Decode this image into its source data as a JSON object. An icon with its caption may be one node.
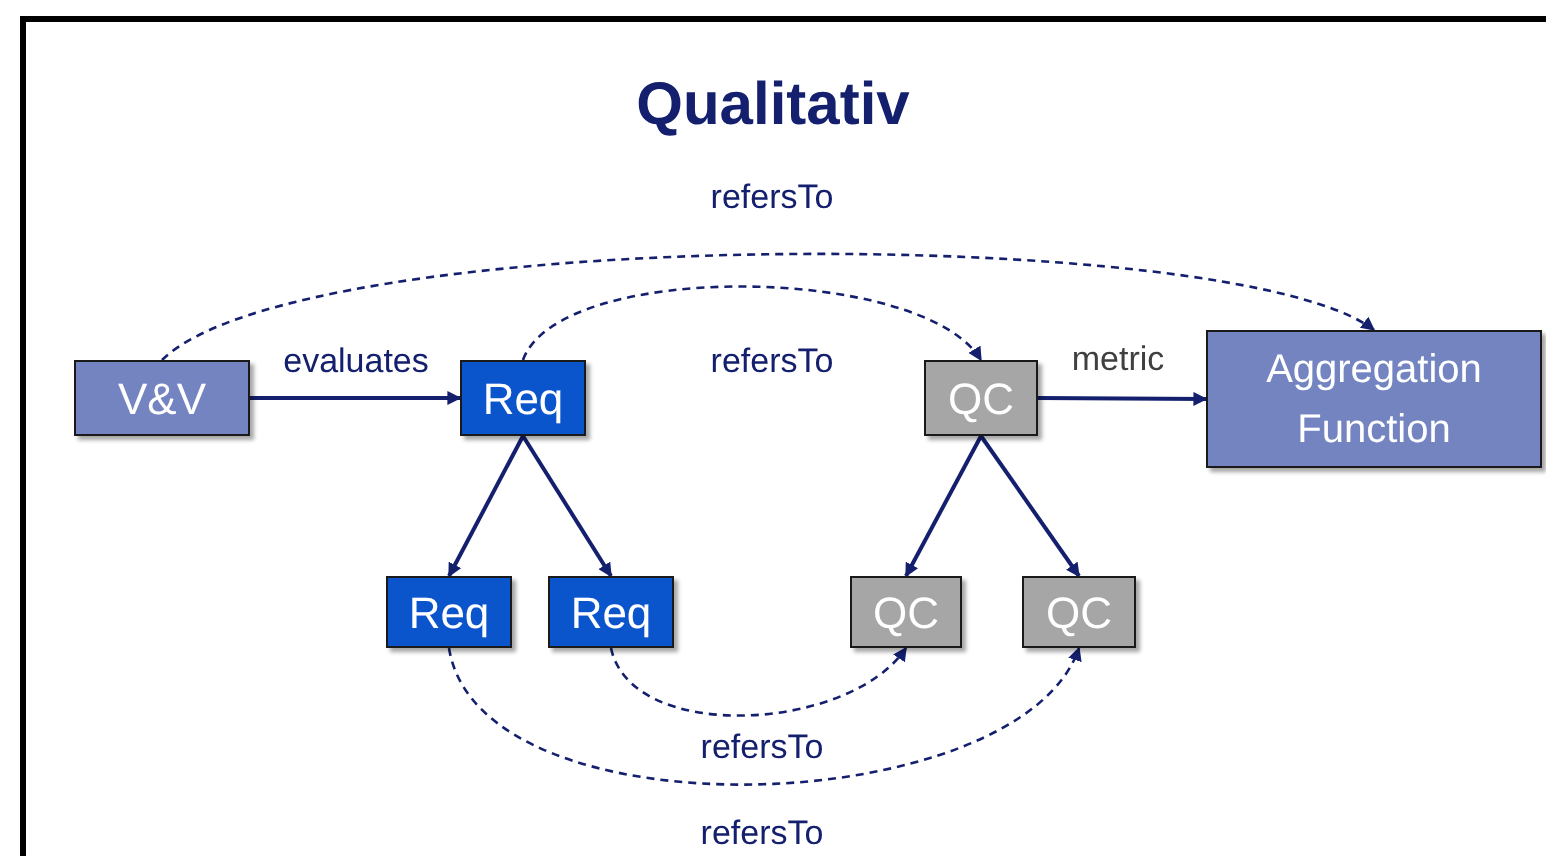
{
  "diagram": {
    "title": "Qualitativ",
    "nodes": [
      {
        "text": [
          "V&V"
        ]
      },
      {
        "text": [
          "Req"
        ]
      },
      {
        "text": [
          "QC"
        ]
      },
      {
        "text": [
          "Aggregation Function"
        ]
      },
      {
        "text": [
          "Req"
        ]
      },
      {
        "text": [
          "Req"
        ]
      },
      {
        "text": [
          "QC"
        ]
      },
      {
        "text": [
          "QC"
        ]
      }
    ],
    "edges": [
      {
        "from": 0,
        "to": 3,
        "arrow": "to",
        "label": "refersTo",
        "style": "dashed"
      },
      {
        "from": 0,
        "to": 1,
        "arrow": "to",
        "label": "evaluates"
      },
      {
        "from": 1,
        "to": 2,
        "arrow": "to",
        "label": "refersTo",
        "style": "dashed"
      },
      {
        "from": 2,
        "to": 3,
        "arrow": "to",
        "label": "metric"
      },
      {
        "from": 1,
        "to": 4,
        "arrow": "to"
      },
      {
        "from": 1,
        "to": 5,
        "arrow": "to"
      },
      {
        "from": 2,
        "to": 6,
        "arrow": "to"
      },
      {
        "from": 2,
        "to": 7,
        "arrow": "to"
      },
      {
        "from": 5,
        "to": 6,
        "arrow": "to",
        "label": "refersTo",
        "style": "dashed"
      },
      {
        "from": 4,
        "to": 7,
        "arrow": "to",
        "label": "refersTo",
        "style": "dashed"
      }
    ]
  }
}
